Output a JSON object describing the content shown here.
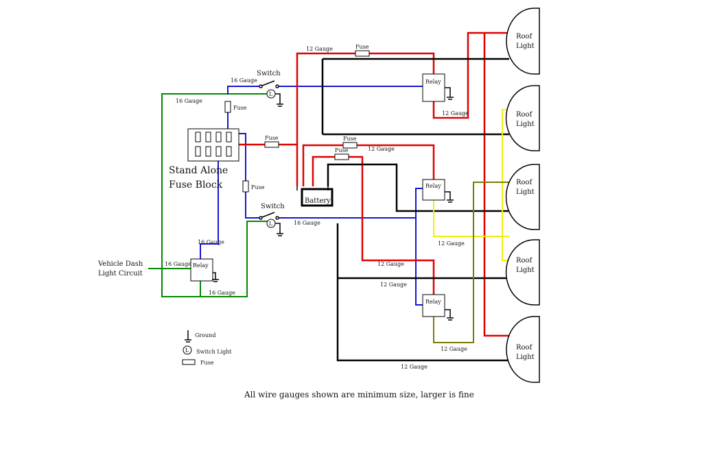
{
  "colors": {
    "green": "#008800",
    "blue": "#1414d2",
    "red": "#e00000",
    "black": "#000000",
    "yellow": "#f0f000",
    "olive": "#7a7a00"
  },
  "labels": {
    "switch_top": "Switch",
    "switch_bottom": "Switch",
    "fuse_top": "Fuse",
    "fuse_middle": "Fuse",
    "fuse_left": "Fuse",
    "fuse_red_top": "Fuse",
    "fuse_red_mid1": "Fuse",
    "fuse_red_mid2": "Fuse",
    "fuse_block_line1": "Stand Alone",
    "fuse_block_line2": "Fuse Block",
    "battery": "Battery",
    "vehicle_dash_line1": "Vehicle Dash",
    "vehicle_dash_line2": "Light Circuit",
    "relay_top": "Relay",
    "relay_mid": "Relay",
    "relay_low": "Relay",
    "relay_left": "Relay",
    "roof_light_1": [
      "Roof",
      "Light"
    ],
    "roof_light_2": [
      "Roof",
      "Light"
    ],
    "roof_light_3": [
      "Roof",
      "Light"
    ],
    "roof_light_4": [
      "Roof",
      "Light"
    ],
    "roof_light_5": [
      "Roof",
      "Light"
    ]
  },
  "gauges": {
    "g16_top_green": "16 Gauge",
    "g16_top_blue": "16 Gauge",
    "g12_top_red": "12 Gauge",
    "g12_relay_top": "12 Gauge",
    "g12_mid_red": "12 Gauge",
    "g16_blue_mid": "16 Gauge",
    "g16_left_blue": "16 Gauge",
    "g16_left_green": "16 Gauge",
    "g16_bottom_green": "16 Gauge",
    "g12_yellow": "12 Gauge",
    "g12_red_low": "12 Gauge",
    "g12_black_low": "12 Gauge",
    "g12_olive": "12 Gauge",
    "g12_bottom_black": "12 Gauge"
  },
  "legend": {
    "ground": "Ground",
    "switch_light": "Switch Light",
    "fuse": "Fuse"
  },
  "caption": "All wire gauges shown are minimum size, larger is fine"
}
